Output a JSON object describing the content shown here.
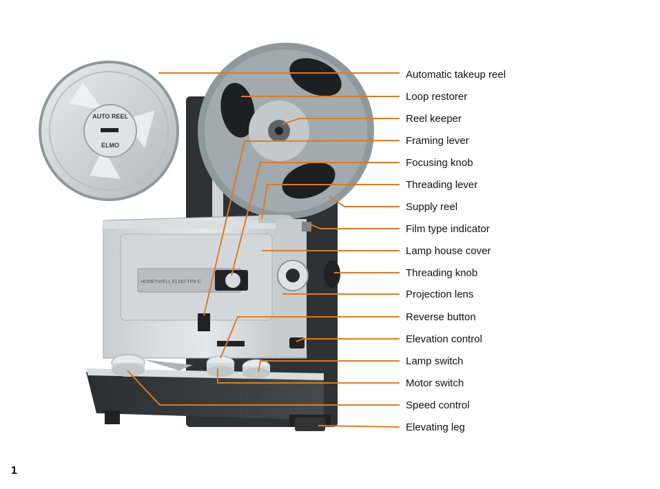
{
  "diagram": {
    "labels": [
      "Automatic takeup reel",
      "Loop restorer",
      "Reel keeper",
      "Framing lever",
      "Focusing knob",
      "Threading lever",
      "Supply reel",
      "Film type indicator",
      "Lamp house cover",
      "Threading knob",
      "Projection lens",
      "Reverse button",
      "Elevation control",
      "Lamp switch",
      "Motor switch",
      "Speed control",
      "Elevating leg"
    ],
    "takeup_reel_text": {
      "line1": "AUTO REEL",
      "line2": "ELMO"
    },
    "nameplate_text": "HONEYWELL ELMO TP8-C",
    "leader_color": "#e07a1f"
  },
  "page": {
    "number": "1"
  }
}
